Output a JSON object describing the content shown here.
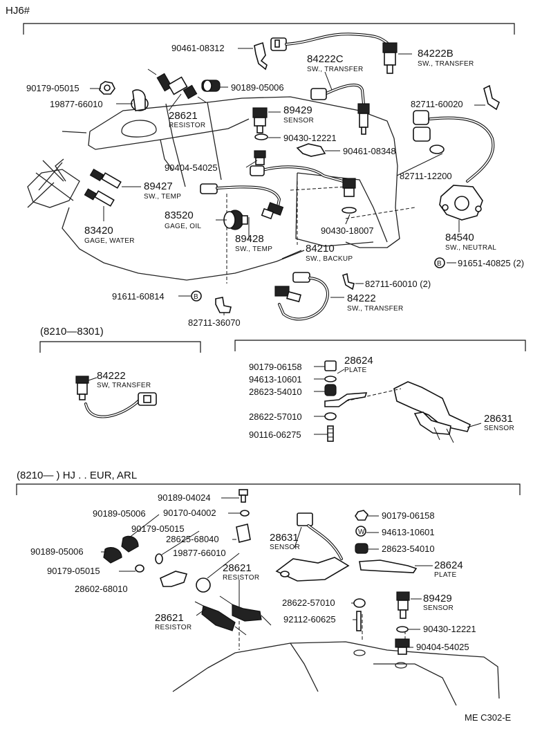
{
  "header": {
    "model": "HJ6#",
    "section2": "(8210—8301)",
    "section3": "(8210—        ) HJ . . EUR, ARL",
    "code": "ME  C302-E"
  },
  "section1": {
    "c01": "90461-08312",
    "c02": "84222C",
    "c02d": "SW., TRANSFER",
    "c03": "84222B",
    "c03d": "SW., TRANSFER",
    "c04": "90179-05015",
    "c05": "90189-05006",
    "c06": "19877-66010",
    "c07": "28621",
    "c07d": "RESISTOR",
    "c08": "89429",
    "c08d": "SENSOR",
    "c09": "82711-60020",
    "c10": "90430-12221",
    "c11": "90461-08348",
    "c12": "90404-54025",
    "c13": "82711-12200",
    "c14": "89427",
    "c14d": "SW., TEMP",
    "c15": "83520",
    "c15d": "GAGE, OIL",
    "c16": "83420",
    "c16d": "GAGE, WATER",
    "c17": "89428",
    "c17d": "SW., TEMP",
    "c18": "90430-18007",
    "c19": "84540",
    "c19d": "SW., NEUTRAL",
    "c20": "84210",
    "c20d": "SW., BACKUP",
    "c21": "91651-40825 (2)",
    "c22": "82711-60010 (2)",
    "c23": "91611-60814",
    "c24": "84222",
    "c24d": "SW., TRANSFER",
    "c25": "82711-36070",
    "mark": "B"
  },
  "section2": {
    "s01": "84222",
    "s01d": "SW, TRANSFER",
    "s02": "90179-06158",
    "s03": "28624",
    "s03d": "PLATE",
    "s04": "94613-10601",
    "s05": "28623-54010",
    "s06": "28622-57010",
    "s07": "28631",
    "s07d": "SENSOR",
    "s08": "90116-06275"
  },
  "section3": {
    "t01": "90189-04024",
    "t02": "90189-05006",
    "t03": "90170-04002",
    "t04": "90179-05015",
    "t05": "28625-68040",
    "t06": "90189-05006",
    "t07": "19877-66010",
    "t08": "90179-05015",
    "t09": "28602-68010",
    "t10": "28621",
    "t10d": "RESISTOR",
    "t11": "28621",
    "t11d": "RESISTOR",
    "t12": "28631",
    "t12d": "SENSOR",
    "t13": "90179-06158",
    "t14": "94613-10601",
    "t15": "28623-54010",
    "t16": "28624",
    "t16d": "PLATE",
    "t17": "28622-57010",
    "t18": "92112-60625",
    "t19": "89429",
    "t19d": "SENSOR",
    "t20": "90430-12221",
    "t21": "90404-54025",
    "mark": "W"
  }
}
